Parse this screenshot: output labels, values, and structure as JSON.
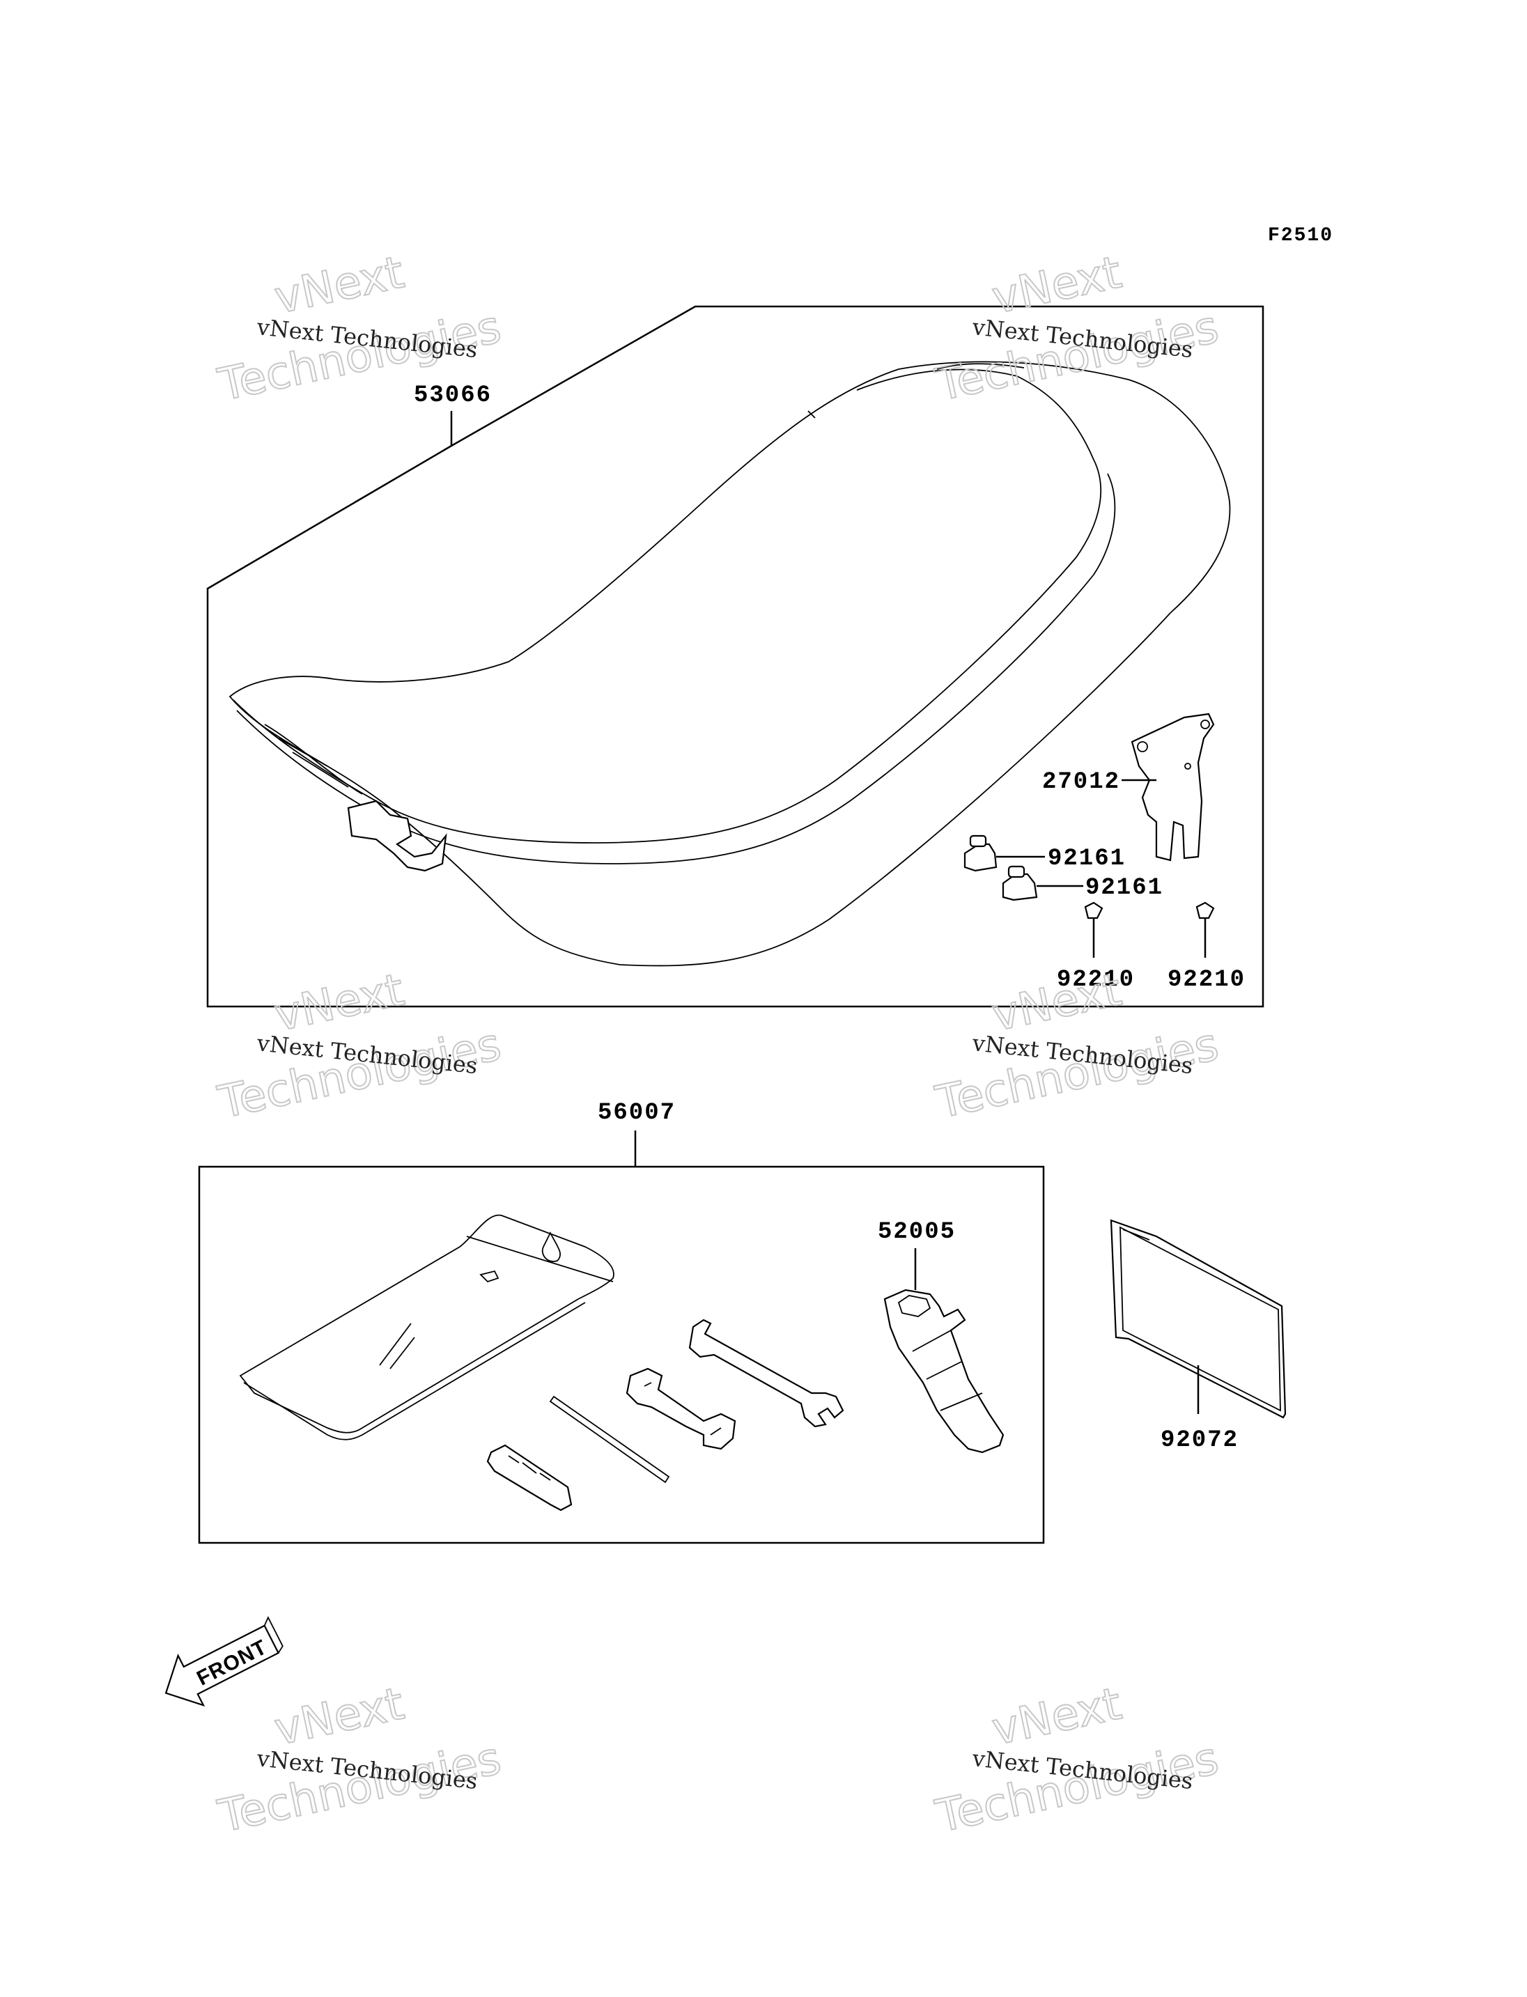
{
  "page_code": "F2510",
  "watermark": {
    "line1": "vNext Technologies",
    "big_top": "vNext",
    "big_bottom": "Technologies"
  },
  "parts": {
    "seat": "53066",
    "bracket": "27012",
    "damper_a": "92161",
    "damper_b": "92161",
    "clip_a": "92210",
    "clip_b": "92210",
    "tool_kit": "56007",
    "tool_spark_plug": "52005",
    "manual": "92072"
  },
  "front_arrow": "FRONT"
}
